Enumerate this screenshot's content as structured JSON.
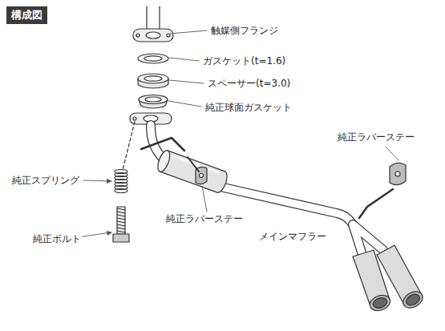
{
  "diagram": {
    "title": "構成図",
    "labels": [
      "触媒側フランジ",
      "ガスケット(t=1.6)",
      "スペーサー(t=3.0)",
      "純正球面ガスケット",
      "純正スプリング",
      "純正ボルト",
      "純正ラバーステー",
      "純正ラバーステー",
      "メインマフラー"
    ]
  }
}
